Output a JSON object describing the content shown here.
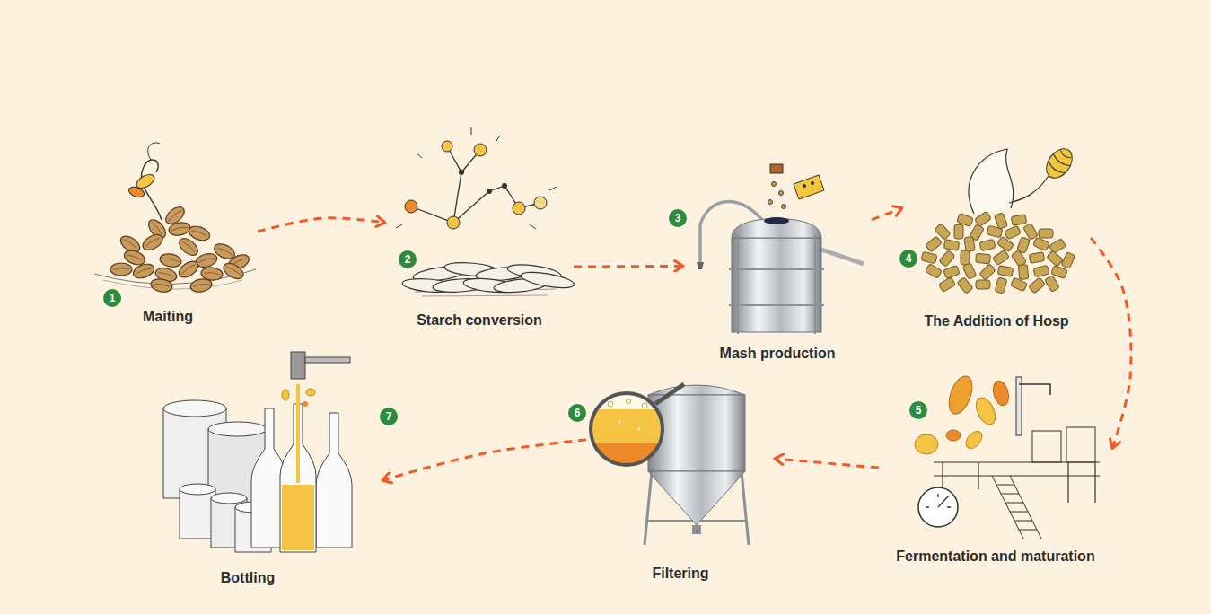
{
  "diagram": {
    "nodes": [
      {
        "text": [
          "Maiting"
        ]
      },
      {
        "text": [
          "Starch conversion"
        ]
      },
      {
        "text": [
          "Mash production"
        ]
      },
      {
        "text": [
          "The Addition of Hosp"
        ]
      },
      {
        "text": [
          "Fermentation and maturation"
        ]
      },
      {
        "text": [
          "Filtering"
        ]
      },
      {
        "text": [
          "Bottling"
        ]
      }
    ],
    "edges": [
      {
        "from": 0,
        "to": 1,
        "arrow": "to"
      },
      {
        "from": 1,
        "to": 2,
        "arrow": "to"
      },
      {
        "from": 2,
        "to": 3,
        "arrow": "to"
      },
      {
        "from": 3,
        "to": 4,
        "arrow": "to"
      },
      {
        "from": 4,
        "to": 5,
        "arrow": "to"
      },
      {
        "from": 5,
        "to": 6,
        "arrow": "to"
      }
    ],
    "labels": [
      "1",
      "2",
      "3",
      "4",
      "5",
      "6",
      "7"
    ]
  }
}
